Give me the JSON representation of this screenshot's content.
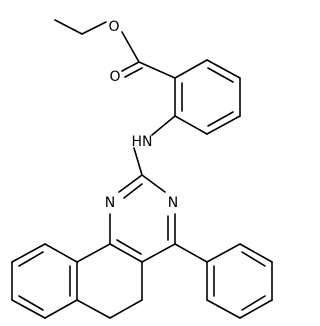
{
  "molecule": {
    "atom_labels": {
      "ester_ether_oxygen": "O",
      "carbonyl_oxygen": "O",
      "amine_nh": "HN",
      "ring_nitrogen_left": "N",
      "ring_nitrogen_right": "N"
    },
    "colors": {
      "bond": "#000000",
      "label": "#000000",
      "background": "#ffffff"
    }
  }
}
